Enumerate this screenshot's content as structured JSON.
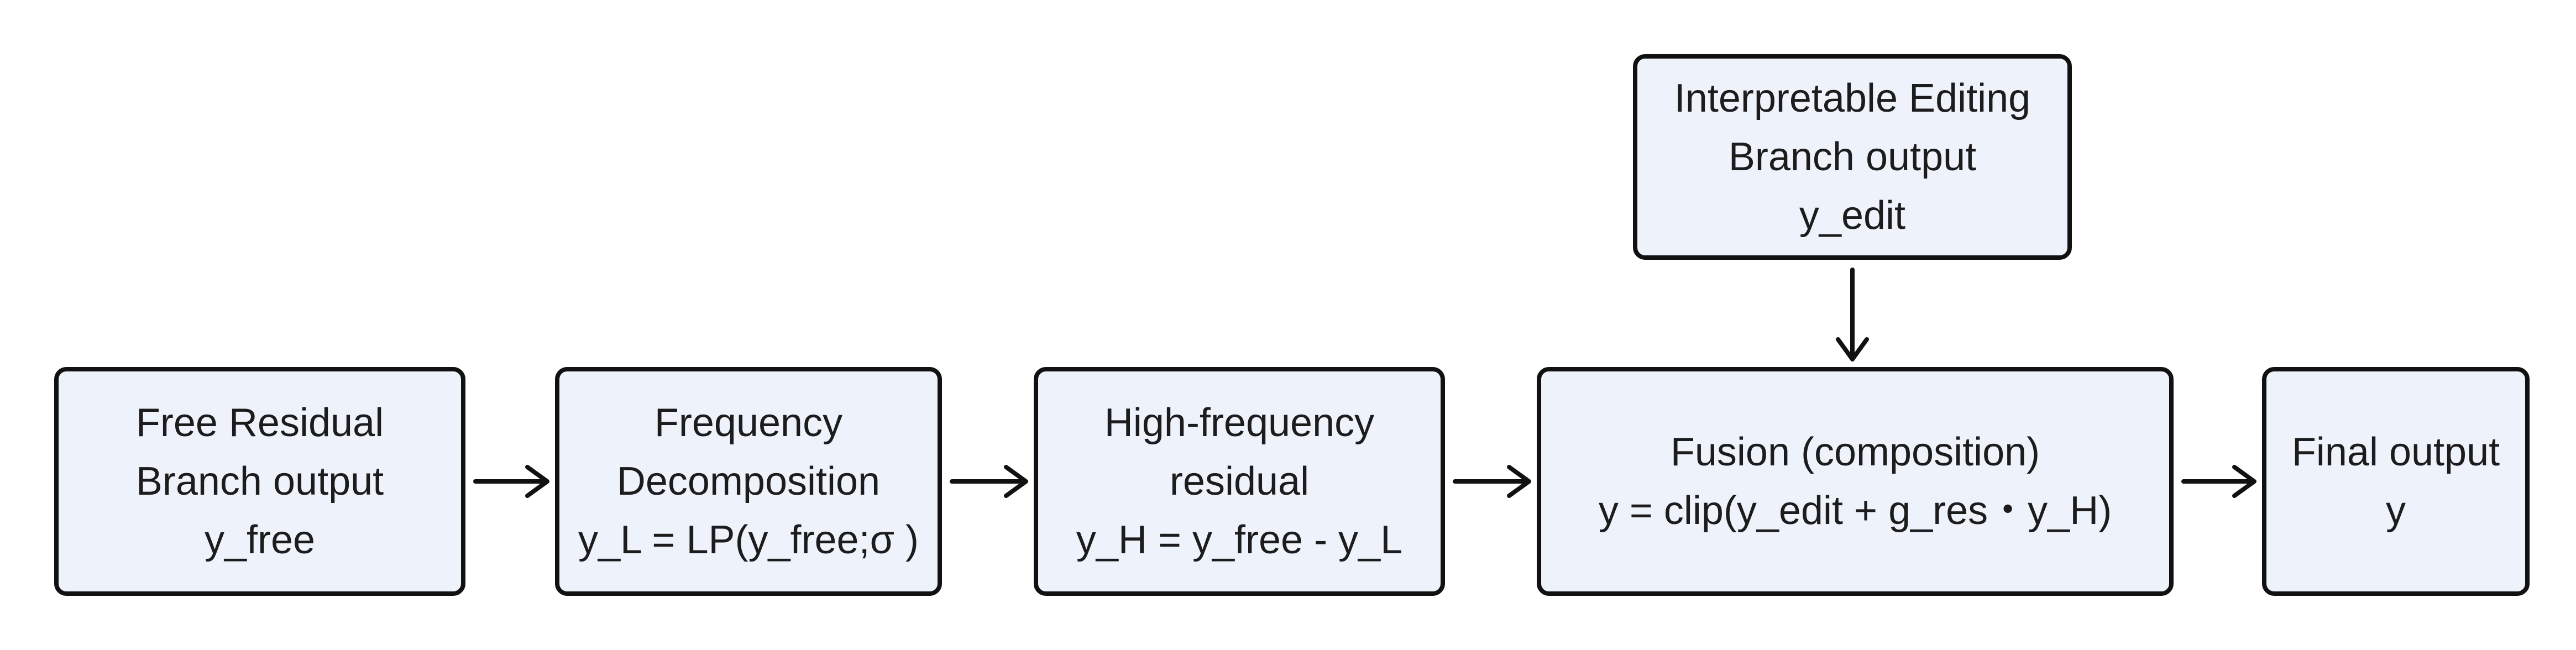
{
  "diagram": {
    "nodes": {
      "free_residual": {
        "line1": "Free Residual",
        "line2": "Branch output",
        "line3": "y_free"
      },
      "frequency_decomposition": {
        "line1": "Frequency",
        "line2": "Decomposition",
        "line3": "y_L = LP(y_free;σ )"
      },
      "high_frequency_residual": {
        "line1": "High-frequency",
        "line2": "residual",
        "line3": "y_H = y_free - y_L"
      },
      "fusion": {
        "line1": "Fusion (composition)",
        "line2": "y = clip(y_edit + g_res・y_H)"
      },
      "final_output": {
        "line1": "Final output",
        "line2": "y"
      },
      "interpretable_editing": {
        "line1": "Interpretable Editing",
        "line2": "Branch output",
        "line3": "y_edit"
      }
    },
    "edges": [
      {
        "from": "free_residual",
        "to": "frequency_decomposition"
      },
      {
        "from": "frequency_decomposition",
        "to": "high_frequency_residual"
      },
      {
        "from": "high_frequency_residual",
        "to": "fusion"
      },
      {
        "from": "fusion",
        "to": "final_output"
      },
      {
        "from": "interpretable_editing",
        "to": "fusion"
      }
    ],
    "colors": {
      "box_fill": "#edf2fb",
      "box_border": "#111111",
      "text": "#1c1c1c",
      "arrow": "#111111"
    }
  }
}
